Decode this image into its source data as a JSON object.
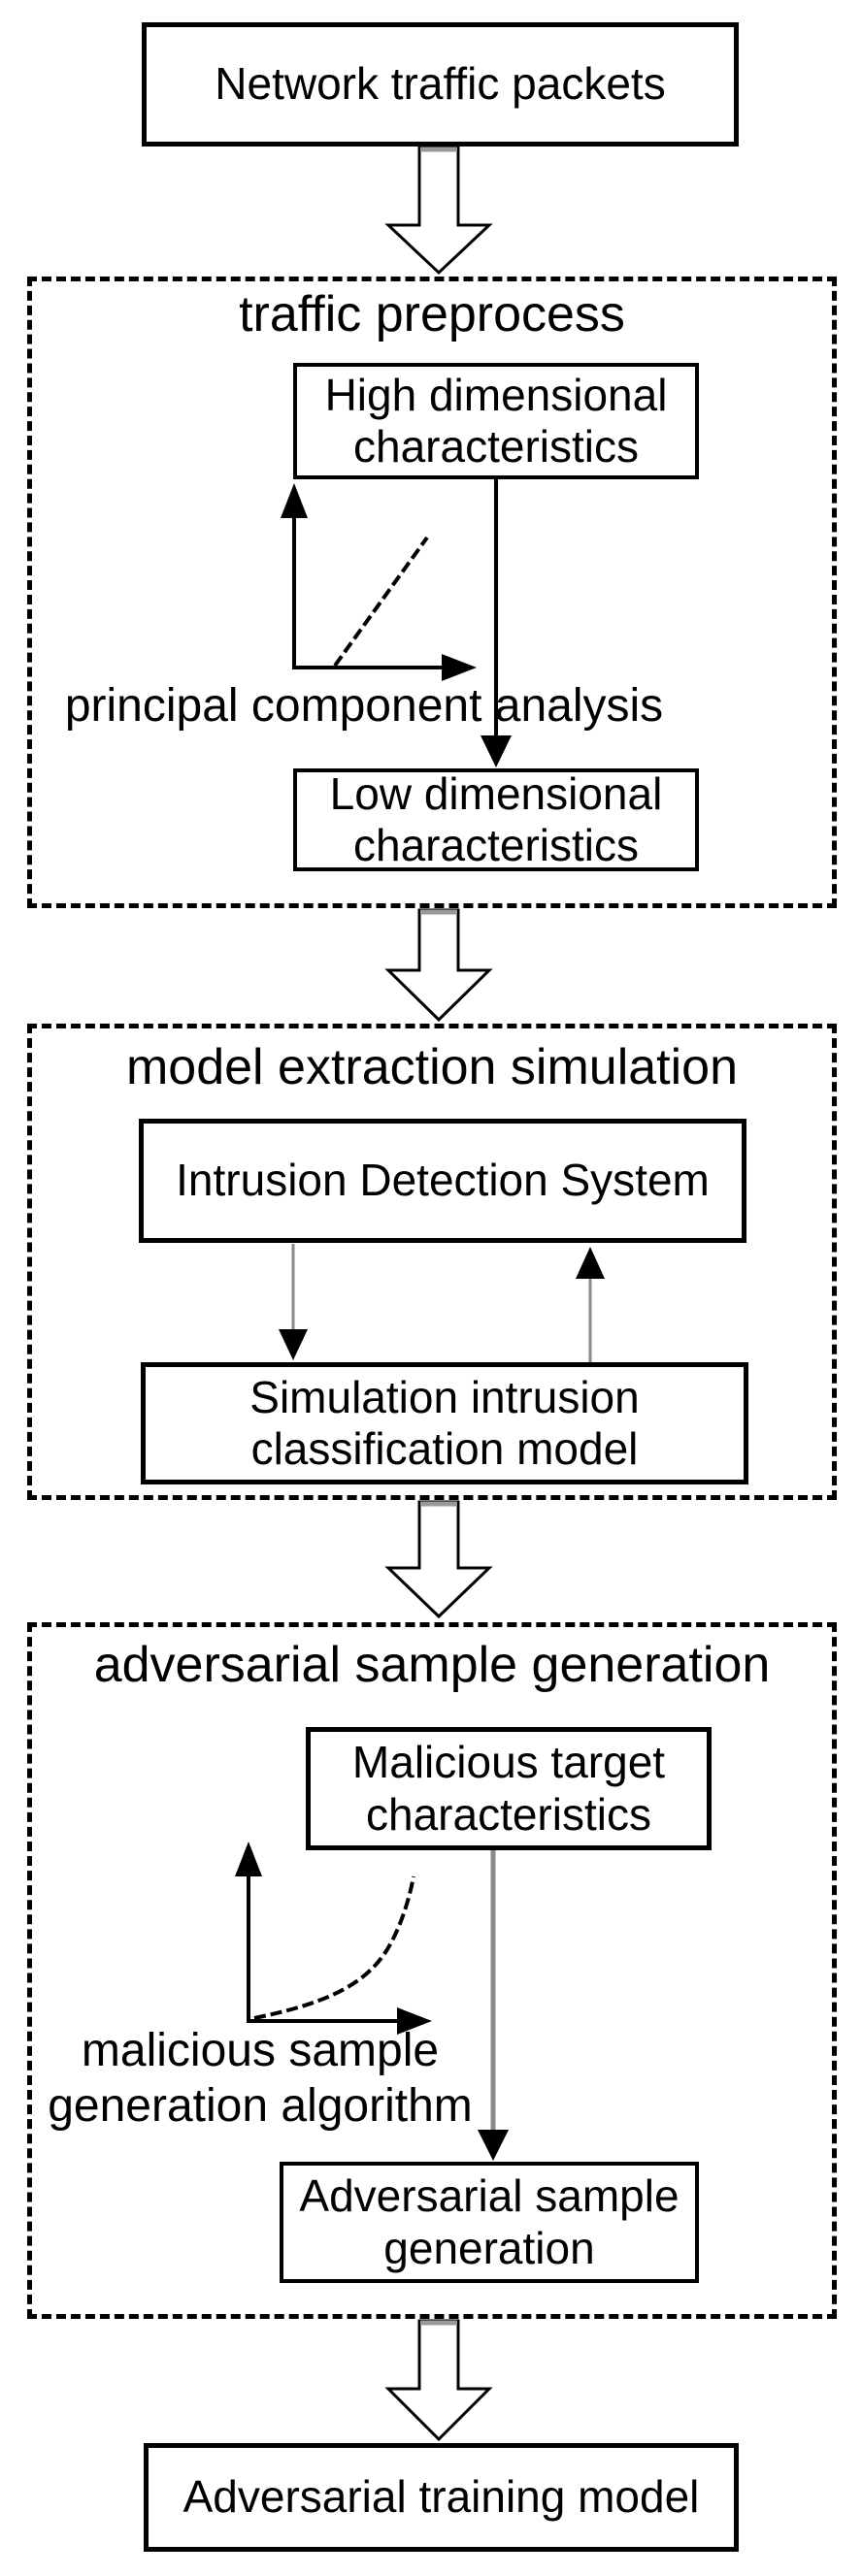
{
  "colors": {
    "line": "#000000",
    "connector_gray": "#8a8a8a",
    "arrow_fill": "#ffffff",
    "background": "#ffffff"
  },
  "nodes": {
    "network_traffic": {
      "label": "Network traffic packets"
    },
    "high_dimensional": {
      "label": "High dimensional\ncharacteristics"
    },
    "low_dimensional": {
      "label": "Low dimensional\ncharacteristics"
    },
    "intrusion_detection": {
      "label": "Intrusion Detection System"
    },
    "simulation_model": {
      "label": "Simulation intrusion\nclassification model"
    },
    "malicious_target": {
      "label": "Malicious target\ncharacteristics"
    },
    "adversarial_sample": {
      "label": "Adversarial sample\ngeneration"
    },
    "adversarial_training": {
      "label": "Adversarial training model"
    }
  },
  "sections": {
    "preprocess": {
      "title": "traffic preprocess",
      "annotation": "principal component analysis"
    },
    "extraction": {
      "title": "model extraction simulation"
    },
    "generation": {
      "title": "adversarial sample generation",
      "annotation": "malicious sample\ngeneration algorithm"
    }
  },
  "icons": {
    "flow_arrow": "block-arrow-down-icon",
    "pca_chart": "axes-with-diagonal-line-icon",
    "generation_chart": "axes-with-rising-curve-icon"
  }
}
